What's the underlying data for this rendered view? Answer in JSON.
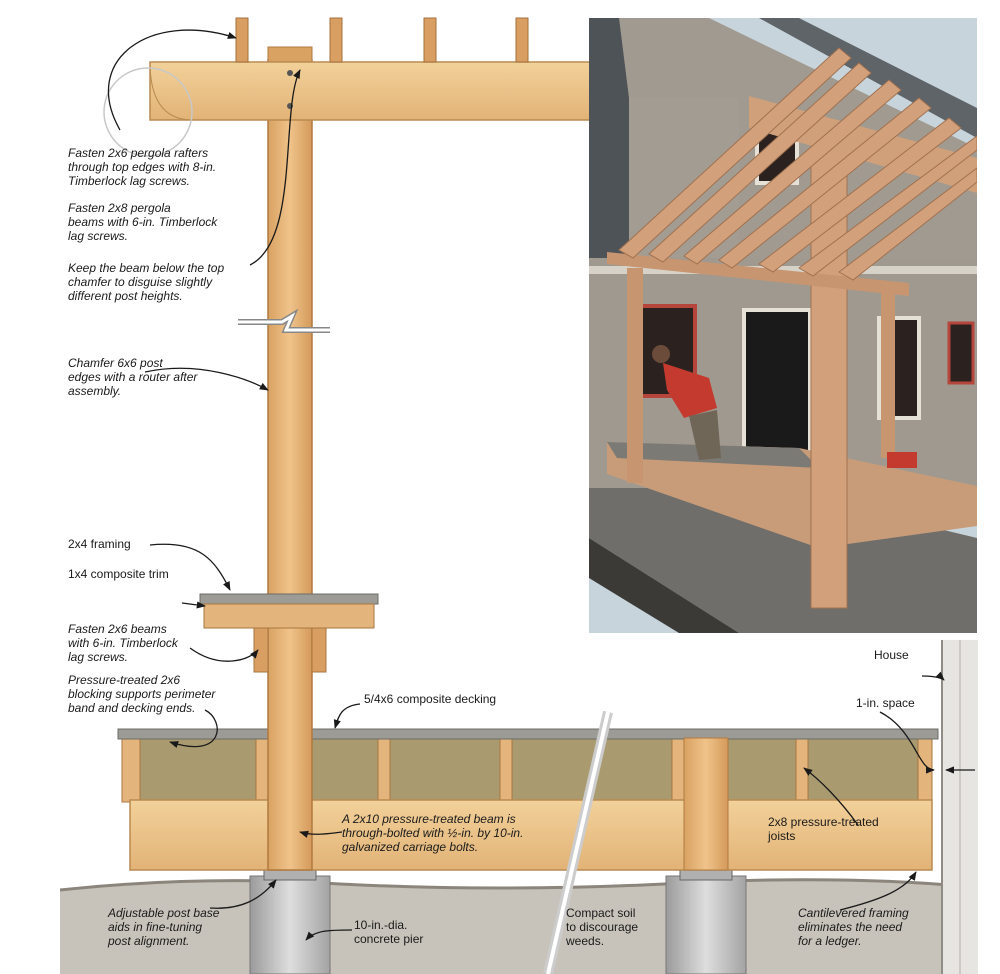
{
  "colors": {
    "lumber": "#e9b57a",
    "lumber_dark": "#c98a4c",
    "rafter": "#d99e62",
    "blocking": "#9e8a5f",
    "decking": "#9a9a95",
    "concrete": "#c9c9c9",
    "soil": "#b7b1a8",
    "house_wall": "#8f8c86",
    "sky": "#c7d4dc",
    "stucco": "#a19a90",
    "roof": "#5f6468",
    "deck_boards": "#6f6e6a",
    "shirt": "#c43a2e"
  },
  "callouts": {
    "rafters": "Fasten 2x6 pergola rafters\nthrough top edges with 8-in.\nTimberlock lag screws.",
    "pergola_beams": "Fasten 2x8 pergola\nbeams with 6-in. Timberlock\nlag screws.",
    "beam_below": "Keep the beam below the top\nchamfer to disguise slightly\ndifferent post heights.",
    "chamfer": "Chamfer 6x6 post\nedges with a router after\nassembly.",
    "framing": "2x4 framing",
    "trim": "1x4 composite trim",
    "beams_2x6": "Fasten 2x6 beams\nwith 6-in. Timberlock\nlag screws.",
    "blocking": "Pressure-treated 2x6\nblocking supports perimeter\nband and decking ends.",
    "decking": "5/4x6 composite decking",
    "house": "House",
    "space": "1-in. space",
    "beam_2x10": "A 2x10 pressure-treated beam is\nthrough-bolted with ½-in. by 10-in.\ngalvanized carriage bolts.",
    "joists": "2x8 pressure-treated\njoists",
    "post_base": "Adjustable post base\naids in fine-tuning\npost alignment.",
    "pier": "10-in.-dia.\nconcrete pier",
    "soil": "Compact soil\nto discourage\nweeds.",
    "cantilever": "Cantilevered framing\neliminates the need\nfor a ledger."
  }
}
